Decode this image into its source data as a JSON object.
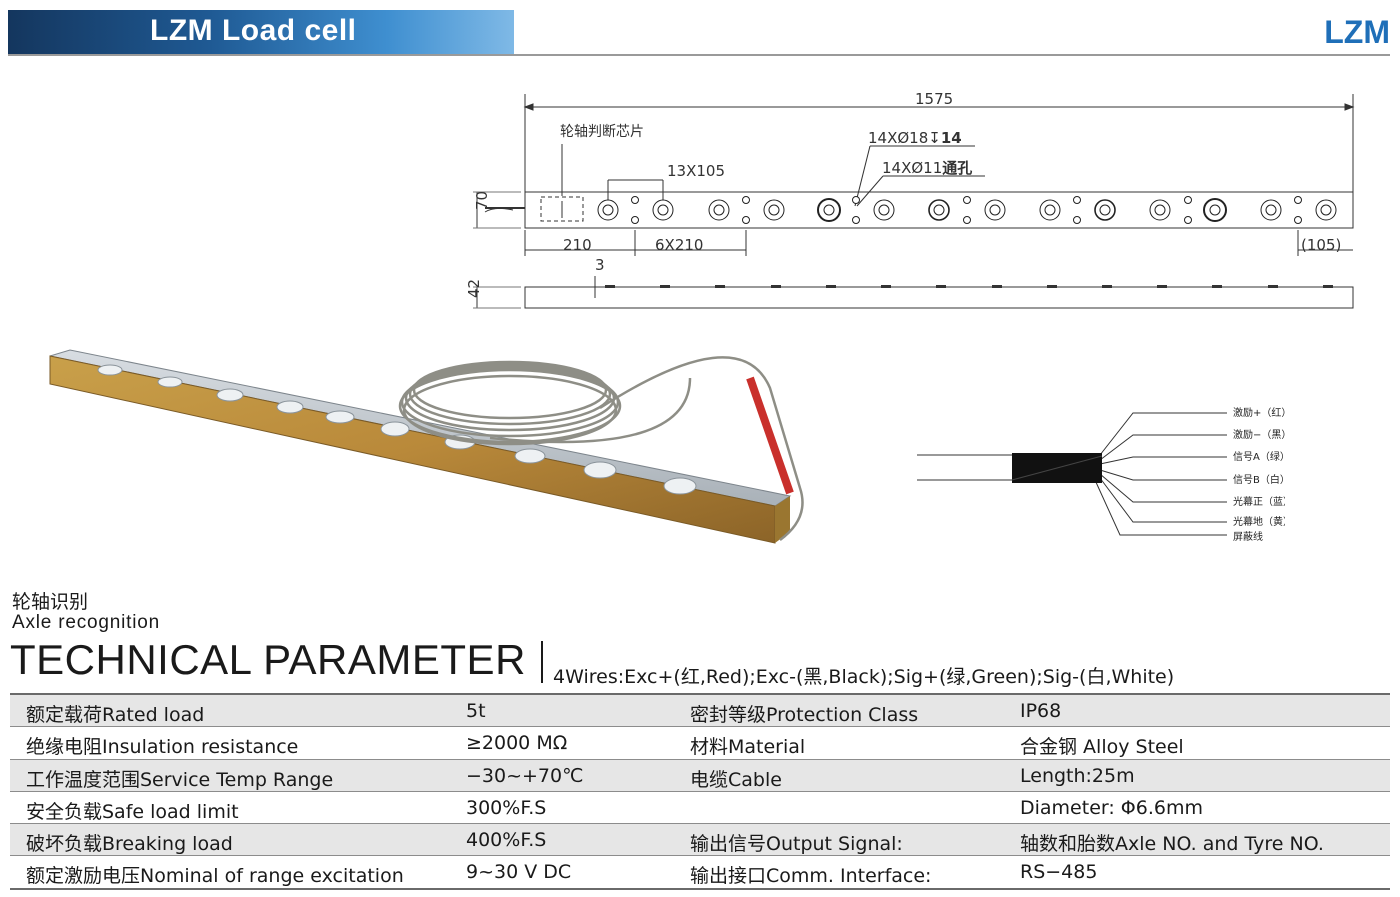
{
  "header": {
    "title": "LZM  Load cell",
    "brand": "LZM"
  },
  "drawing": {
    "overall_length": "1575",
    "chip_label": "轮轴判断芯片",
    "hole_a": "14XØ18↧",
    "hole_a_depth": "14",
    "hole_b": "14XØ11",
    "hole_b_type": "通孔",
    "pitch_label": "13X105",
    "width_label": "70",
    "first_offset": "210",
    "spacing_label": "6X210",
    "end_label": "(105)",
    "depth_label": "3",
    "height_label": "42"
  },
  "wiring": {
    "labels": [
      "激励+（红）",
      "激励−（黑）",
      "信号A（绿）",
      "信号B（白）",
      "光幕正（蓝）",
      "光幕地（黄）",
      "屏蔽线"
    ]
  },
  "caption": {
    "cn": "轮轴识别",
    "en": "Axle recognition"
  },
  "tech": {
    "title": "TECHNICAL PARAMETER",
    "wires": "4Wires:Exc+(红,Red);Exc-(黑,Black);Sig+(绿,Green);Sig-(白,White)"
  },
  "table": [
    [
      "额定载荷Rated load",
      "5t",
      "密封等级Protection Class",
      "IP68"
    ],
    [
      "绝缘电阻Insulation resistance",
      "≥2000 MΩ",
      "材料Material",
      "合金钢 Alloy Steel"
    ],
    [
      "工作温度范围Service Temp Range",
      "−30~+70℃",
      "电缆Cable",
      "Length:25m"
    ],
    [
      "安全负载Safe load limit",
      "300%F.S",
      "",
      "Diameter: Φ6.6mm"
    ],
    [
      "破坏负载Breaking load",
      "400%F.S",
      "输出信号Output Signal:",
      "轴数和胎数Axle NO. and Tyre NO."
    ],
    [
      "额定激励电压Nominal of range excitation",
      "9~30 V DC",
      "输出接口Comm. Interface:",
      "RS−485"
    ]
  ]
}
